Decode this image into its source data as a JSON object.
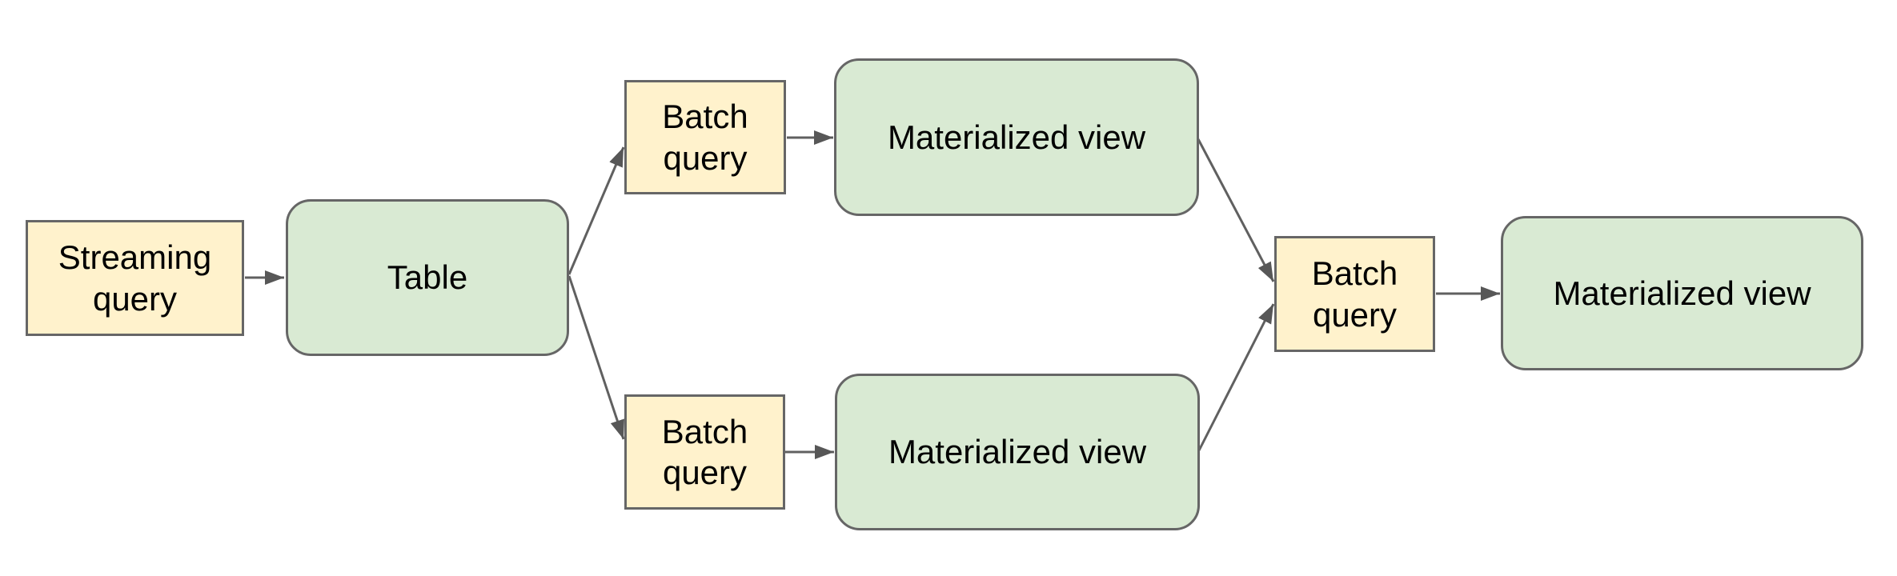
{
  "diagram": {
    "background": "#ffffff",
    "colors": {
      "query_fill": "#fff2cc",
      "view_fill": "#d9ead3",
      "border": "#666666",
      "connector": "#606060",
      "arrowhead": "#575757",
      "text": "#000000"
    },
    "nodes": [
      {
        "id": "streaming-query",
        "label": "Streaming query",
        "shape": "rectangle",
        "fill": "#fff2cc"
      },
      {
        "id": "table",
        "label": "Table",
        "shape": "rounded-rectangle",
        "fill": "#d9ead3"
      },
      {
        "id": "batch-query-top",
        "label": "Batch query",
        "shape": "rectangle",
        "fill": "#fff2cc"
      },
      {
        "id": "materialized-view-top",
        "label": "Materialized view",
        "shape": "rounded-rectangle",
        "fill": "#d9ead3"
      },
      {
        "id": "batch-query-bottom",
        "label": "Batch query",
        "shape": "rectangle",
        "fill": "#fff2cc"
      },
      {
        "id": "materialized-view-bottom",
        "label": "Materialized view",
        "shape": "rounded-rectangle",
        "fill": "#d9ead3"
      },
      {
        "id": "batch-query-final",
        "label": "Batch query",
        "shape": "rectangle",
        "fill": "#fff2cc"
      },
      {
        "id": "materialized-view-final",
        "label": "Materialized view",
        "shape": "rounded-rectangle",
        "fill": "#d9ead3"
      }
    ],
    "edges": [
      {
        "from": "streaming-query",
        "to": "table"
      },
      {
        "from": "table",
        "to": "batch-query-top"
      },
      {
        "from": "table",
        "to": "batch-query-bottom"
      },
      {
        "from": "batch-query-top",
        "to": "materialized-view-top"
      },
      {
        "from": "batch-query-bottom",
        "to": "materialized-view-bottom"
      },
      {
        "from": "materialized-view-top",
        "to": "batch-query-final"
      },
      {
        "from": "materialized-view-bottom",
        "to": "batch-query-final"
      },
      {
        "from": "batch-query-final",
        "to": "materialized-view-final"
      }
    ]
  }
}
